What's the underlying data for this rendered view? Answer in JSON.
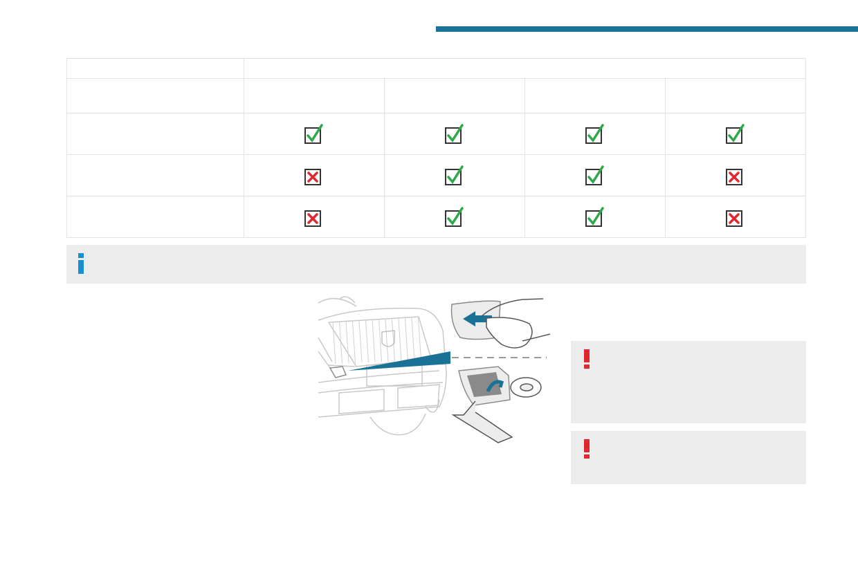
{
  "header": {
    "accent_color": "#1a7396"
  },
  "table": {
    "columns": 4,
    "rows": [
      {
        "label": "",
        "marks": [
          "check",
          "check",
          "check",
          "check"
        ]
      },
      {
        "label": "",
        "marks": [
          "cross",
          "check",
          "check",
          "cross"
        ]
      },
      {
        "label": "",
        "marks": [
          "cross",
          "check",
          "check",
          "cross"
        ]
      }
    ],
    "check_color": "#2ea84a",
    "cross_color": "#e0262e"
  },
  "info_note": {
    "icon": "info-icon",
    "color": "#1a8fd0",
    "text": ""
  },
  "illustration": {
    "icon": "towing-eye-cover-removal-illustration"
  },
  "warnings": [
    {
      "icon": "warning-exclamation-icon",
      "color": "#e0262e",
      "text": ""
    },
    {
      "icon": "warning-exclamation-icon",
      "color": "#e0262e",
      "text": ""
    }
  ]
}
